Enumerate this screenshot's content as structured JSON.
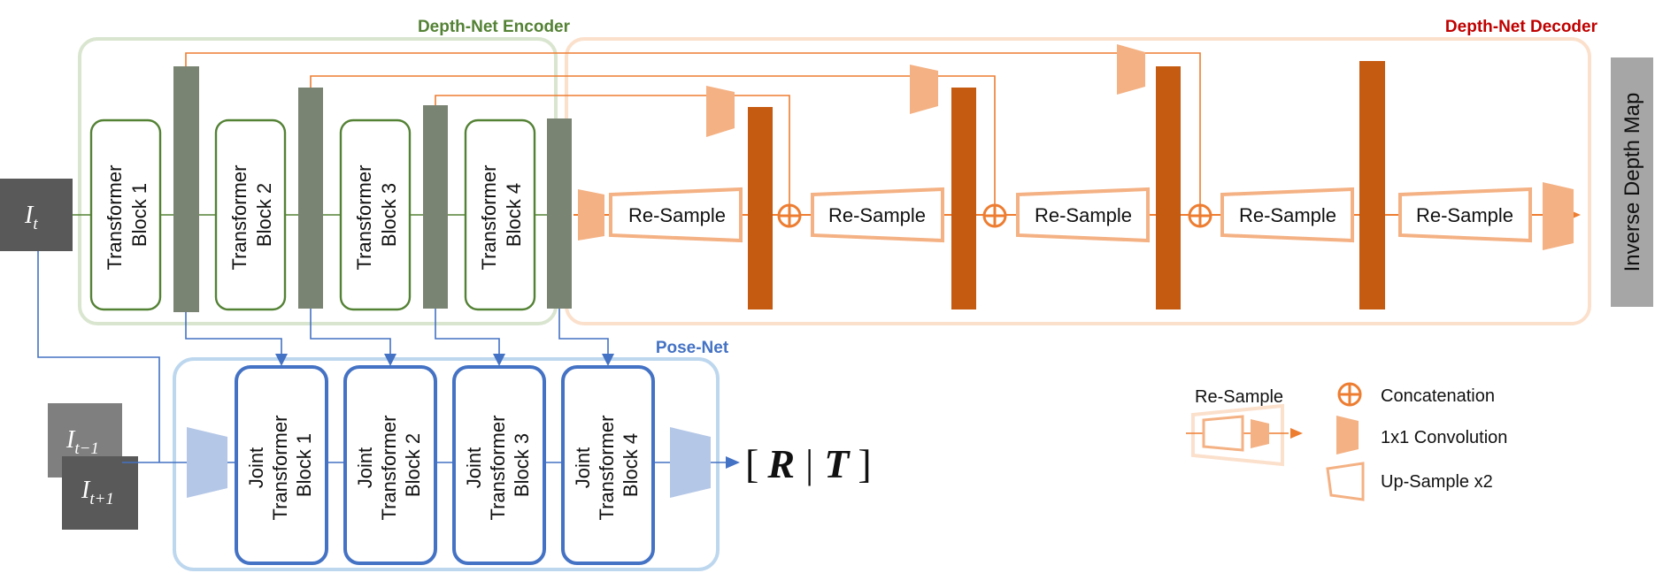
{
  "titles": {
    "encoder": "Depth-Net Encoder",
    "decoder": "Depth-Net Decoder",
    "pose": "Pose-Net"
  },
  "encoder_blocks": [
    {
      "line1": "Transformer",
      "line2": "Block 1"
    },
    {
      "line1": "Transformer",
      "line2": "Block 2"
    },
    {
      "line1": "Transformer",
      "line2": "Block 3"
    },
    {
      "line1": "Transformer",
      "line2": "Block 4"
    }
  ],
  "resample_label": "Re-Sample",
  "output_label": "Inverse Depth Map",
  "inputs": {
    "current": {
      "base": "I",
      "sub": "t"
    },
    "prev": {
      "base": "I",
      "sub": "t−1"
    },
    "next": {
      "base": "I",
      "sub": "t+1"
    }
  },
  "pose_blocks": [
    {
      "line1": "Joint",
      "line2": "Transformer",
      "line3": "Block 1"
    },
    {
      "line1": "Joint",
      "line2": "Transformer",
      "line3": "Block 2"
    },
    {
      "line1": "Joint",
      "line2": "Transformer",
      "line3": "Block 3"
    },
    {
      "line1": "Joint",
      "line2": "Transformer",
      "line3": "Block 4"
    }
  ],
  "pose_output": {
    "open": "[",
    "r": "R",
    "sep": "|",
    "t": "T",
    "close": "]"
  },
  "legend": {
    "resample": "Re-Sample",
    "concat": "Concatenation",
    "conv": "1x1 Convolution",
    "upsample": "Up-Sample x2"
  },
  "colors": {
    "encoder_green": "#548235",
    "encoder_box": "#d9e5cf",
    "feature_gray": "#7a8472",
    "decoder_red": "#c00000",
    "decoder_box": "#fbe0cc",
    "orange_dark": "#c55a11",
    "orange_light": "#f4b183",
    "orange_line": "#ed7d31",
    "pose_blue": "#4472c4",
    "pose_box": "#bdd7ee",
    "pose_trap": "#b4c7e7",
    "input_dark": "#595959",
    "output_gray": "#a6a6a6"
  }
}
